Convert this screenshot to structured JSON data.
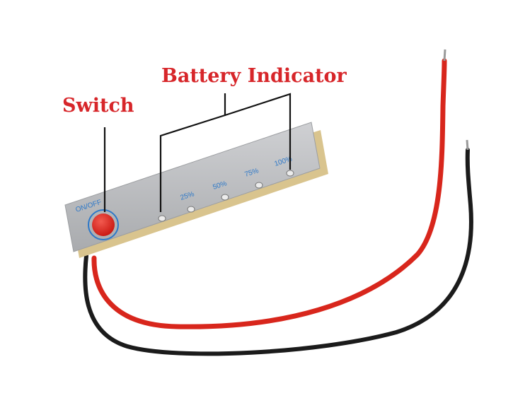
{
  "callouts": {
    "switch_label": "Switch",
    "battery_label": "Battery Indicator"
  },
  "board": {
    "switch_text": "ON/OFF",
    "led_labels": [
      "25%",
      "50%",
      "75%",
      "100%"
    ]
  },
  "colors": {
    "callout": "#d7262a",
    "board_face": "#b9babd",
    "board_text": "#2d78c8",
    "switch_button": "#e0231c",
    "red_wire": "#d8261c",
    "black_wire": "#1b1b1b"
  }
}
